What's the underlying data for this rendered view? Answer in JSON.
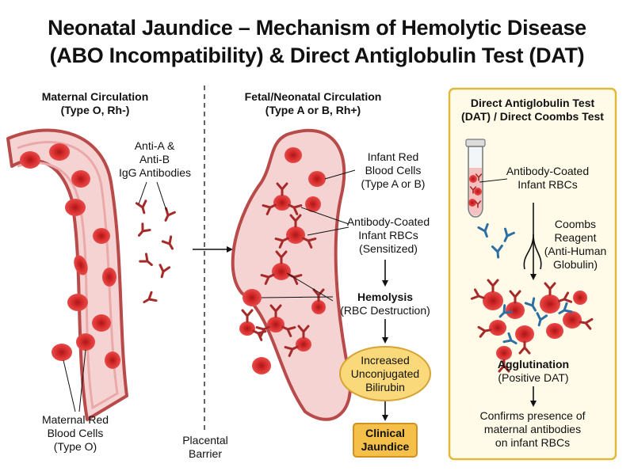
{
  "title": {
    "line1": "Neonatal Jaundice – Mechanism of Hemolytic Disease",
    "line2": "(ABO Incompatibility) & Direct Antiglobulin Test (DAT)"
  },
  "maternal": {
    "header_line1": "Maternal Circulation",
    "header_line2": "(Type O, Rh-)",
    "antibodies_line1": "Anti-A &",
    "antibodies_line2": "Anti-B",
    "antibodies_line3": "IgG Antibodies",
    "rbc_line1": "Maternal Red",
    "rbc_line2": "Blood Cells",
    "rbc_line3": "(Type O)"
  },
  "barrier": {
    "line1": "Placental",
    "line2": "Barrier"
  },
  "fetal": {
    "header_line1": "Fetal/Neonatal Circulation",
    "header_line2": "(Type A or B, Rh+)",
    "infant_rbc_line1": "Infant Red",
    "infant_rbc_line2": "Blood Cells",
    "infant_rbc_line3": "(Type A or B)",
    "coated_line1": "Antibody-Coated",
    "coated_line2": "Infant RBCs",
    "coated_line3": "(Sensitized)",
    "hemolysis_line1": "Hemolysis",
    "hemolysis_line2": "(RBC Destruction)",
    "bilirubin_line1": "Increased",
    "bilirubin_line2": "Unconjugated",
    "bilirubin_line3": "Bilirubin",
    "jaundice_line1": "Clinical",
    "jaundice_line2": "Jaundice"
  },
  "dat": {
    "header_line1": "Direct Antiglobulin Test",
    "header_line2": "(DAT) / Direct Coombs Test",
    "tube_line1": "Antibody-Coated",
    "tube_line2": "Infant RBCs",
    "reagent_line1": "Coombs",
    "reagent_line2": "Reagent",
    "reagent_line3": "(Anti-Human",
    "reagent_line4": "Globulin)",
    "agglut_line1": "Agglutination",
    "agglut_line2": "(Positive DAT)",
    "confirm_line1": "Confirms presence of",
    "confirm_line2": "maternal antibodies",
    "confirm_line3": "on infant RBCs"
  },
  "colors": {
    "vessel_wall": "#b94a4a",
    "vessel_fill": "#f6d3d3",
    "rbc": "#d42a2a",
    "antibody": "#a52a2a",
    "coombs": "#2d6fa3",
    "bilirubin_fill": "#f9d97a",
    "jaundice_fill": "#f5c04a",
    "dat_panel_border": "#e0b93a",
    "dat_panel_fill": "#fffbe8"
  }
}
